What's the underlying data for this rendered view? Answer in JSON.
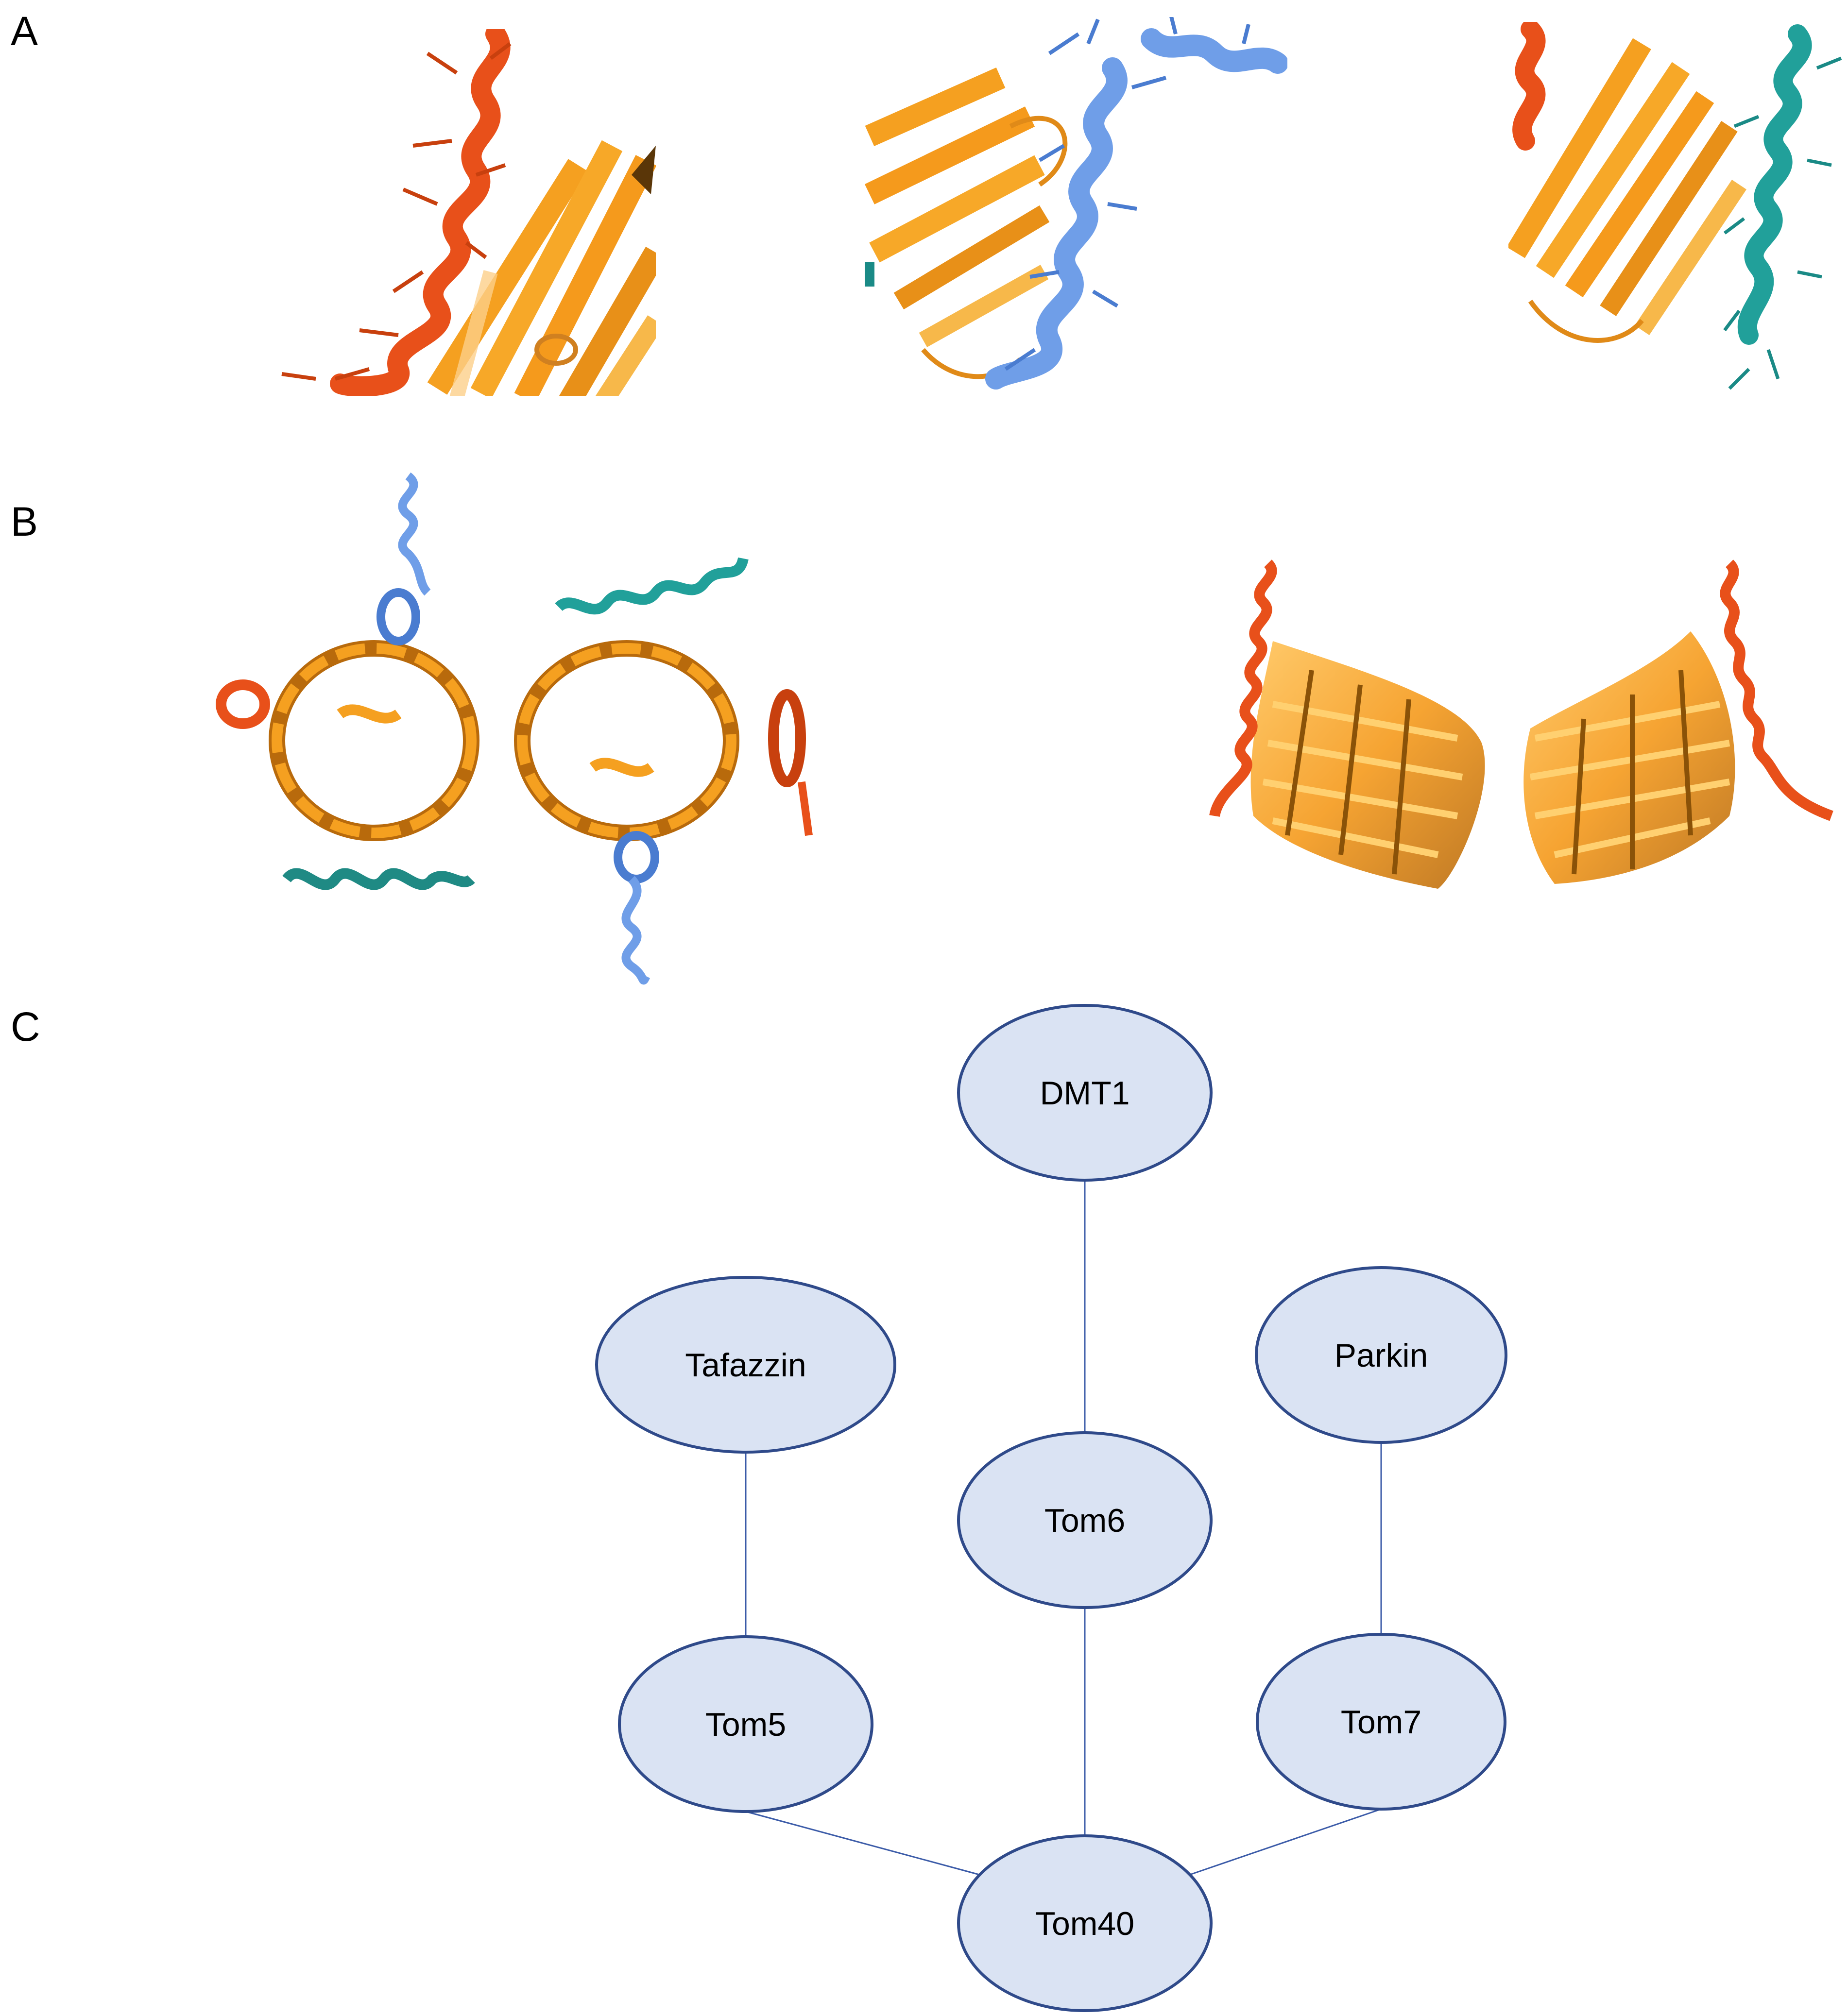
{
  "panels": {
    "a": {
      "label": "A"
    },
    "b": {
      "label": "B"
    },
    "c": {
      "label": "C"
    }
  },
  "colors": {
    "beta_barrel": "#f5a020",
    "beta_barrel_dark": "#b06a10",
    "helix_red": "#e8501a",
    "helix_blue": "#6f9ee8",
    "helix_teal": "#21a09a",
    "node_fill": "#dae3f3",
    "node_stroke": "#2f4a8a",
    "edge": "#3b5ba8"
  },
  "network": {
    "nodes": [
      {
        "id": "dmt1",
        "label": "DMT1"
      },
      {
        "id": "tafazzin",
        "label": "Tafazzin"
      },
      {
        "id": "parkin",
        "label": "Parkin"
      },
      {
        "id": "tom6",
        "label": "Tom6"
      },
      {
        "id": "tom5",
        "label": "Tom5"
      },
      {
        "id": "tom7",
        "label": "Tom7"
      },
      {
        "id": "tom40",
        "label": "Tom40"
      }
    ],
    "edges": [
      [
        "dmt1",
        "tom6"
      ],
      [
        "tafazzin",
        "tom5"
      ],
      [
        "parkin",
        "tom7"
      ],
      [
        "tom6",
        "tom40"
      ],
      [
        "tom5",
        "tom40"
      ],
      [
        "tom7",
        "tom40"
      ]
    ]
  }
}
